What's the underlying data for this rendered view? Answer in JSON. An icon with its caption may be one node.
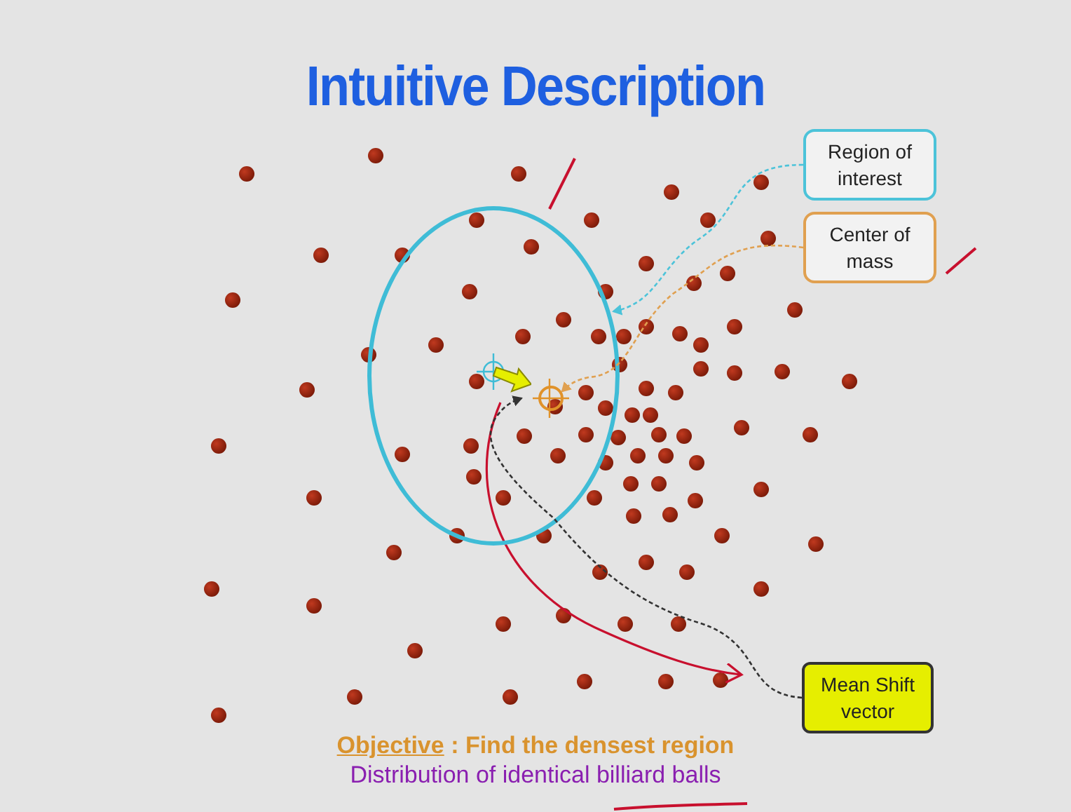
{
  "diagram": {
    "title": "Intuitive Description",
    "nodes": [
      {
        "text": [
          "Region of interest"
        ]
      },
      {
        "text": [
          "Center of mass"
        ]
      },
      {
        "text": [
          "Mean Shift vector"
        ]
      },
      {
        "text": [],
        "shape": "circle"
      },
      {
        "text": [],
        "shape": "circle",
        "in": 3
      },
      {
        "text": [],
        "shape": "arrow",
        "in": 3
      }
    ],
    "edges": [
      {
        "from": 0,
        "to": 3,
        "arrow": "to",
        "style": "dashed",
        "color": "#4cc3d9"
      },
      {
        "from": 1,
        "to": 4,
        "arrow": "to",
        "style": "dashed",
        "color": "#e0a050"
      },
      {
        "from": 2,
        "to": 5,
        "arrow": "to",
        "style": "dashed",
        "color": "#333333"
      }
    ],
    "labels": [
      "Objective",
      ": Find the densest region",
      "Distribution of identical billiard balls"
    ]
  }
}
